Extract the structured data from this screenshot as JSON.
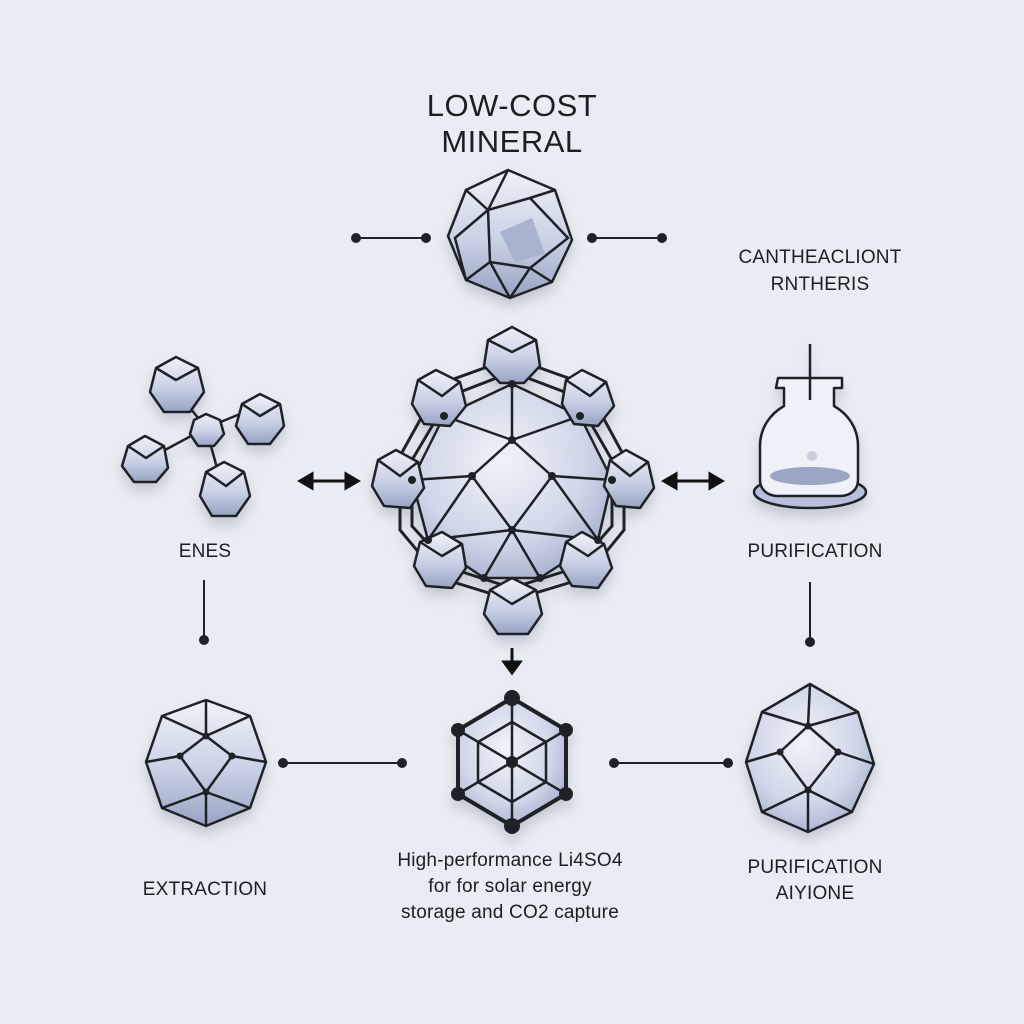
{
  "title": {
    "line1": "LOW-COST",
    "line2": "MINERAL"
  },
  "labels": {
    "top_right": {
      "line1": "CANTHEACLIONT",
      "line2": "RNTHERIS"
    },
    "left_mid": "ENES",
    "right_mid": "PURIFICATION",
    "bottom_left": "EXTRACTION",
    "bottom_center": {
      "line1": "High-performance Li4SO4",
      "line2": "for for solar energy",
      "line3": "storage and CO2 capture"
    },
    "bottom_right": {
      "line1": "PURIFICATION",
      "line2": "AIYIONE"
    }
  },
  "colors": {
    "background": "#e9ecf2",
    "stroke": "#1f2128",
    "fill_light": "#e4e9f3",
    "fill_dark": "#9aa6c4",
    "text": "#1c1e24"
  },
  "icons": [
    "crystal-icon",
    "molecule-cluster-icon",
    "flask-icon",
    "double-arrow-icon",
    "down-arrow-icon"
  ]
}
